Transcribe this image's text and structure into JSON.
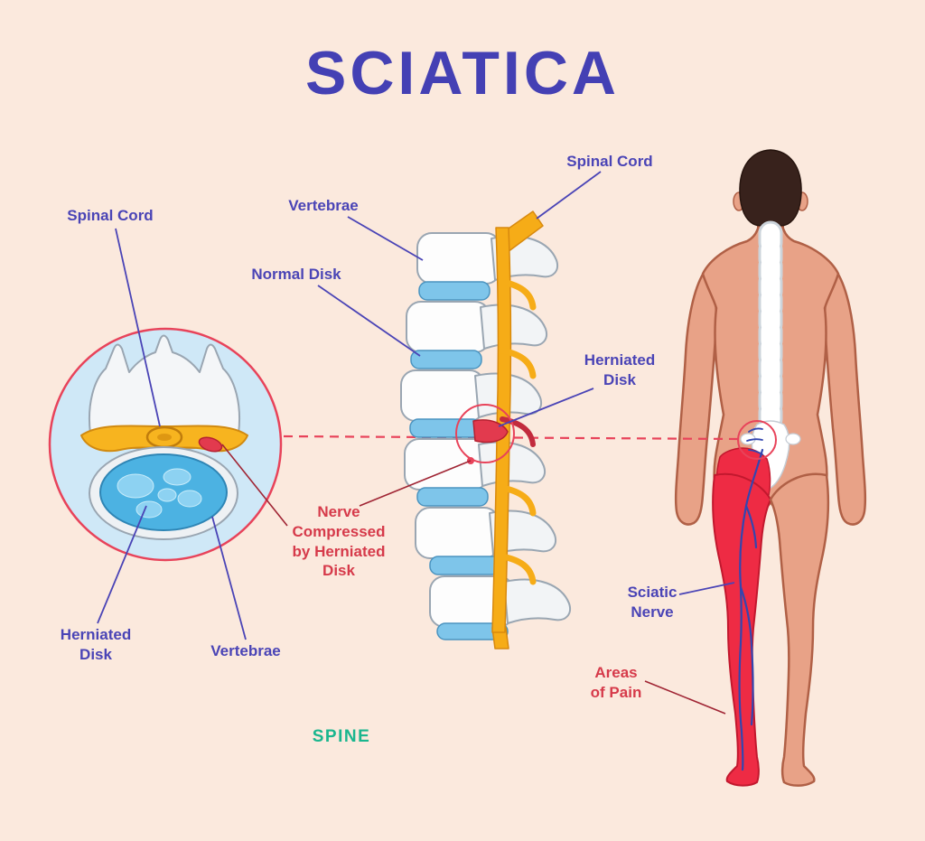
{
  "title": "SCIATICA",
  "footer_caption": "SPINE",
  "colors": {
    "background": "#fbe9dd",
    "title_blue": "#4440b4",
    "label_blue": "#4a44b6",
    "label_red": "#d63a4a",
    "label_teal": "#1ab68e",
    "skin": "#e8a287",
    "pain_red": "#ee2b44",
    "disk_blue": "#7ec5ea",
    "nerve_orange": "#f6ac17",
    "bone_white": "#f4f6f8",
    "annotation_red": "#e8435a"
  },
  "inset": {
    "spinal_cord_label": "Spinal Cord",
    "herniated_disk_label": "Herniated\nDisk",
    "vertebrae_label": "Vertebrae"
  },
  "spine_view": {
    "vertebrae_label": "Vertebrae",
    "normal_disk_label": "Normal Disk",
    "spinal_cord_label": "Spinal Cord",
    "herniated_disk_label": "Herniated\nDisk",
    "nerve_compressed_label": "Nerve\nCompressed\nby Herniated\nDisk"
  },
  "body_view": {
    "sciatic_nerve_label": "Sciatic\nNerve",
    "areas_of_pain_label": "Areas\nof Pain"
  }
}
